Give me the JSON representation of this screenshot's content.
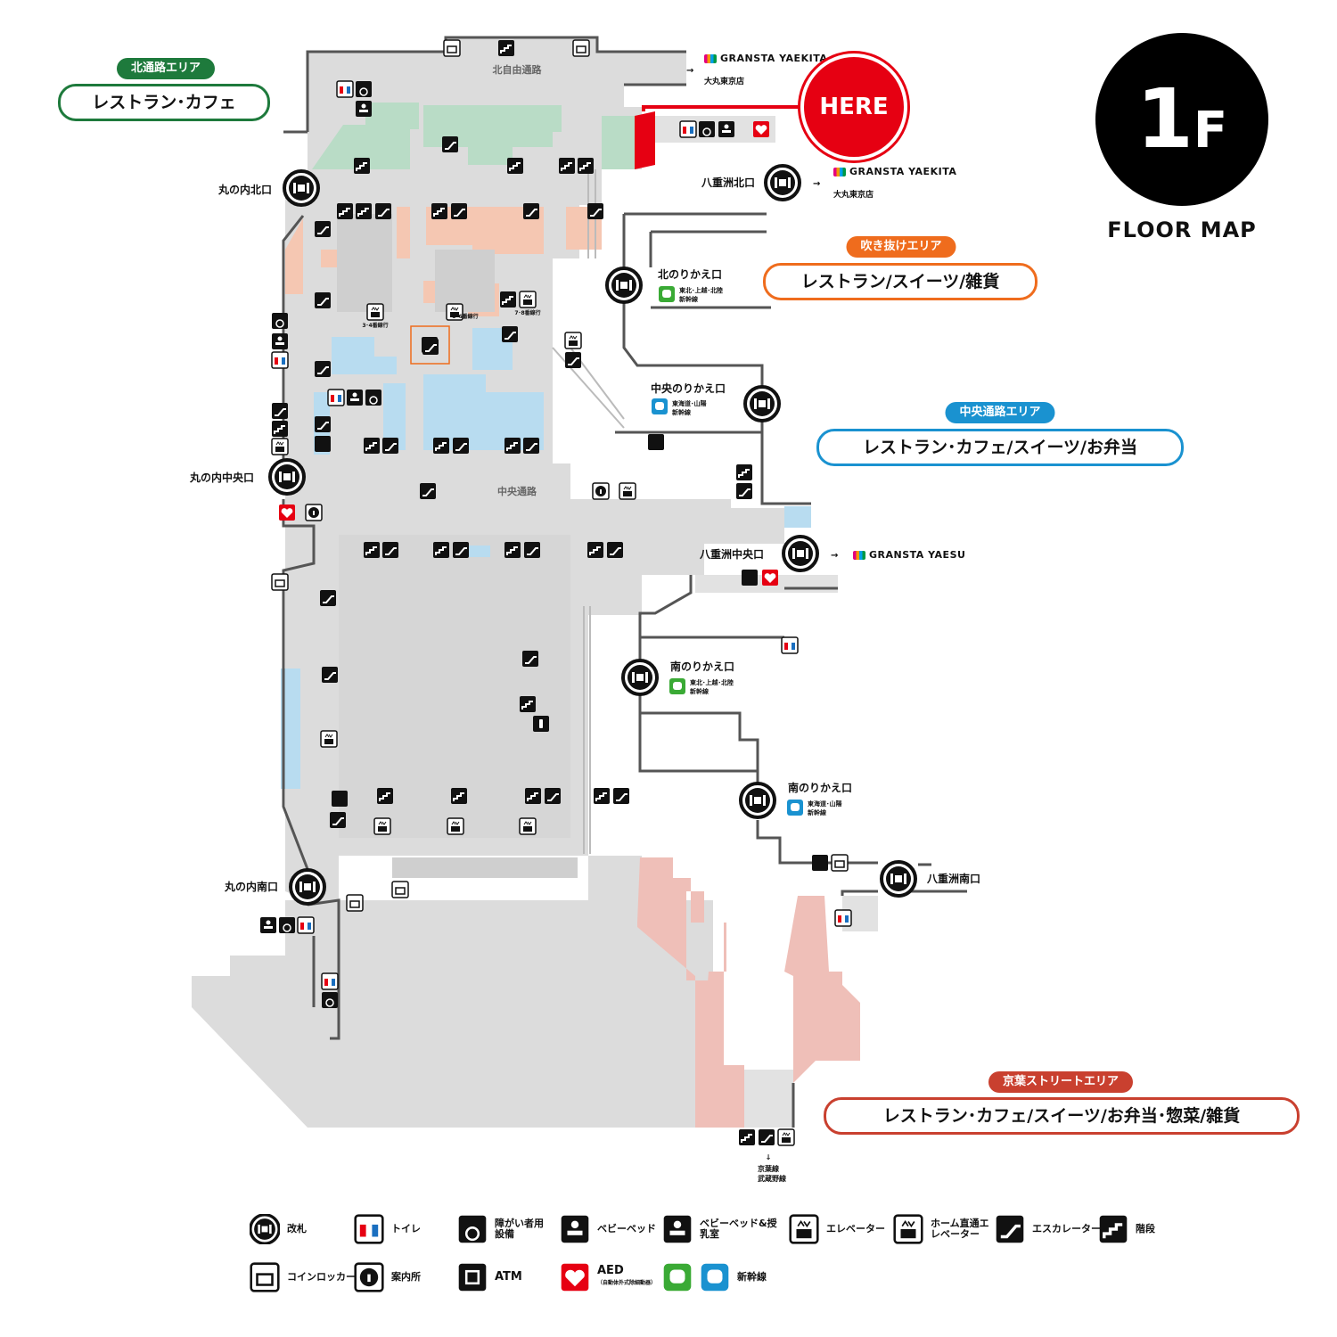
{
  "floor": {
    "number": "1",
    "suffix": "F",
    "caption": "FLOOR MAP"
  },
  "here_label": "HERE",
  "areas": {
    "north": {
      "tag": "北通路エリア",
      "title": "レストラン･カフェ",
      "color": "#1e7a3c"
    },
    "atrium": {
      "tag": "吹き抜けエリア",
      "title": "レストラン/スイーツ/雑貨",
      "color": "#ef6c1d"
    },
    "central": {
      "tag": "中央通路エリア",
      "title": "レストラン･カフェ/スイーツ/お弁当",
      "color": "#1a92d0"
    },
    "keiyo": {
      "tag": "京葉ストリートエリア",
      "title": "レストラン･カフェ/スイーツ/お弁当･惣菜/雑貨",
      "color": "#c9402f"
    }
  },
  "places": {
    "kita_jiyu": "北自由通路",
    "chuo_tsuro": "中央通路",
    "marunouchi_north": "丸の内北口",
    "marunouchi_central": "丸の内中央口",
    "marunouchi_south": "丸の内南口",
    "yaesu_north": "八重洲北口",
    "yaesu_central": "八重洲中央口",
    "yaesu_south": "八重洲南口",
    "north_transfer": "北のりかえ口",
    "central_transfer": "中央のりかえ口",
    "south_transfer_1": "南のりかえ口",
    "south_transfer_2": "南のりかえ口",
    "north_transfer_lines": "東北･上越･北陸",
    "north_transfer_lines2": "新幹線",
    "central_transfer_lines": "東海道･山陽",
    "central_transfer_lines2": "新幹線",
    "south1_lines": "東北･上越･北陸",
    "south1_lines2": "新幹線",
    "south2_lines": "東海道･山陽",
    "south2_lines2": "新幹線",
    "platform_34": "3･4番線行",
    "platform_56": "5･6番線行",
    "platform_78": "7･8番線行",
    "keiyo_line": "京葉線",
    "musashino_line": "武蔵野線"
  },
  "links": {
    "granstra_yaekita": "GRANSTA YAEKITA",
    "daimaru": "大丸東京店",
    "granstra_yaesu": "GRANSTA YAESU"
  },
  "legend": {
    "gate": "改札",
    "toilet": "トイレ",
    "accessible": "障がい者用設備",
    "baby_bed": "ベビーベッド",
    "baby_nursing": "ベビーベッド&授乳室",
    "elevator": "エレベーター",
    "platform_elevator": "ホーム直通エレベーター",
    "escalator": "エスカレーター",
    "stairs": "階段",
    "locker": "コインロッカー",
    "info": "案内所",
    "atm": "ATM",
    "aed": "AED",
    "aed_sub": "（自動体外式除細動器）",
    "shinkansen": "新幹線"
  },
  "colors": {
    "floor_gray": "#dcdcdc",
    "shop_green": "#b9dcc6",
    "shop_salmon": "#f5c7b2",
    "shop_blue": "#b8dcf0",
    "shop_pink": "#efbfb8",
    "here_red": "#e60012"
  },
  "icons": [
    "gate-icon",
    "toilet-icon",
    "wheelchair-icon",
    "baby-bed-icon",
    "nursing-room-icon",
    "elevator-icon",
    "platform-elevator-icon",
    "escalator-icon",
    "stairs-icon",
    "coin-locker-icon",
    "info-icon",
    "atm-icon",
    "aed-icon",
    "shinkansen-icon"
  ]
}
